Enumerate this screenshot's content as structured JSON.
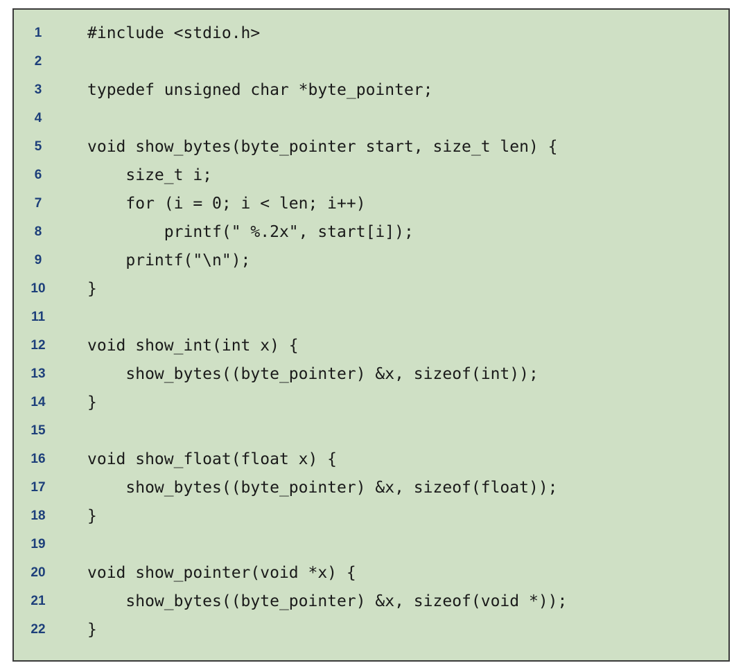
{
  "code_listing": {
    "lines": [
      {
        "number": "1",
        "text": "#include <stdio.h>"
      },
      {
        "number": "2",
        "text": ""
      },
      {
        "number": "3",
        "text": "typedef unsigned char *byte_pointer;"
      },
      {
        "number": "4",
        "text": ""
      },
      {
        "number": "5",
        "text": "void show_bytes(byte_pointer start, size_t len) {"
      },
      {
        "number": "6",
        "text": "    size_t i;"
      },
      {
        "number": "7",
        "text": "    for (i = 0; i < len; i++)"
      },
      {
        "number": "8",
        "text": "        printf(\" %.2x\", start[i]);"
      },
      {
        "number": "9",
        "text": "    printf(\"\\n\");"
      },
      {
        "number": "10",
        "text": "}"
      },
      {
        "number": "11",
        "text": ""
      },
      {
        "number": "12",
        "text": "void show_int(int x) {"
      },
      {
        "number": "13",
        "text": "    show_bytes((byte_pointer) &x, sizeof(int));"
      },
      {
        "number": "14",
        "text": "}"
      },
      {
        "number": "15",
        "text": ""
      },
      {
        "number": "16",
        "text": "void show_float(float x) {"
      },
      {
        "number": "17",
        "text": "    show_bytes((byte_pointer) &x, sizeof(float));"
      },
      {
        "number": "18",
        "text": "}"
      },
      {
        "number": "19",
        "text": ""
      },
      {
        "number": "20",
        "text": "void show_pointer(void *x) {"
      },
      {
        "number": "21",
        "text": "    show_bytes((byte_pointer) &x, sizeof(void *));"
      },
      {
        "number": "22",
        "text": "}"
      }
    ]
  }
}
